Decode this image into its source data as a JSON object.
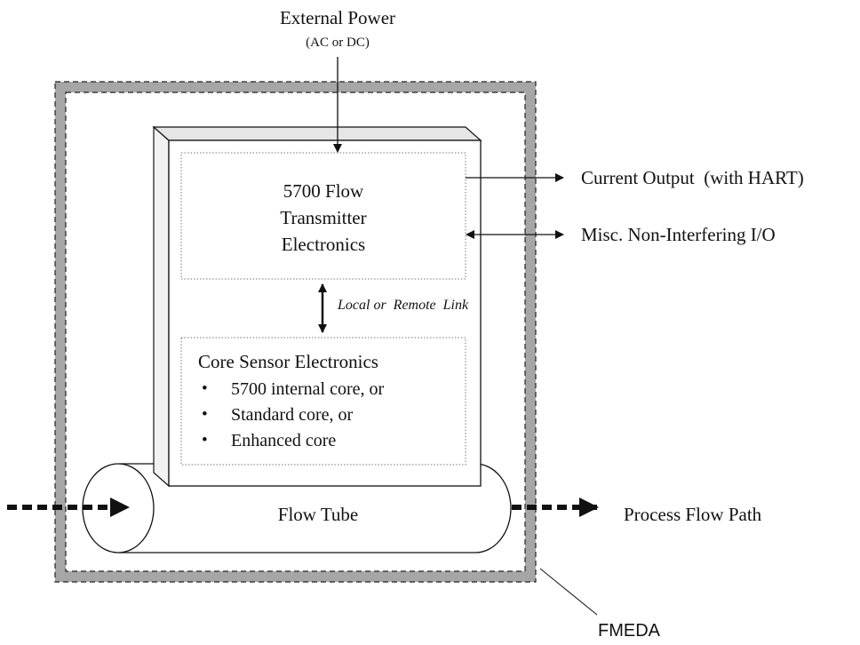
{
  "power": {
    "label": "External Power",
    "sublabel": "(AC or DC)"
  },
  "transmitter": {
    "lines": [
      "5700 Flow",
      "Transmitter",
      "Electronics"
    ]
  },
  "link": {
    "label": "Local or  Remote  Link"
  },
  "core": {
    "title": "Core Sensor Electronics",
    "bullets": [
      "5700 internal core, or",
      "Standard core, or",
      "Enhanced core"
    ],
    "bullet_glyph": "•"
  },
  "outputs": {
    "current": "Current Output  (with HART)",
    "misc": "Misc. Non-Interfering I/O"
  },
  "flow": {
    "tube": "Flow Tube",
    "path": "Process Flow Path"
  },
  "boundary": {
    "label": "FMEDA"
  },
  "colors": {
    "boundary_band": "#a6a6a6",
    "stroke": "#111111",
    "face_side": "#f2f2f2",
    "face_top": "#e6e6e6"
  }
}
